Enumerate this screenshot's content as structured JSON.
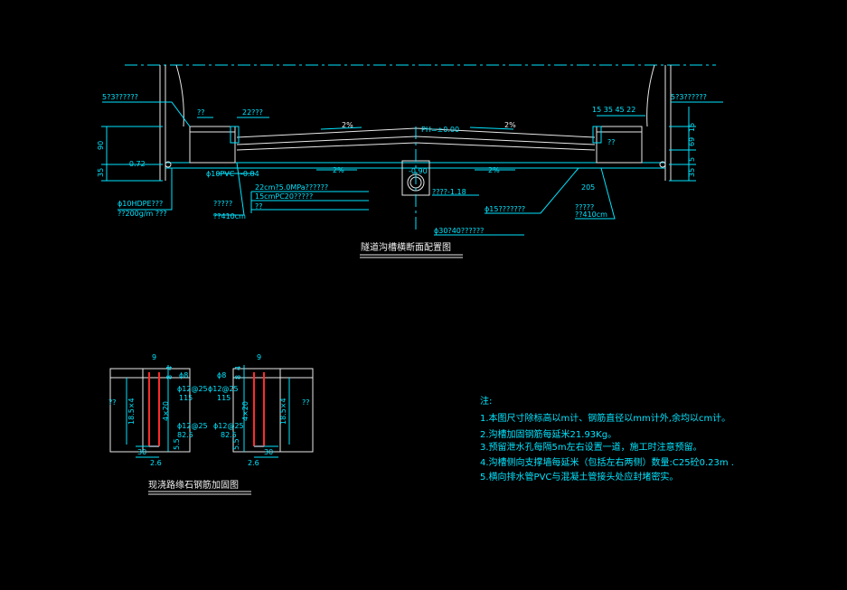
{
  "section_title": "隧道沟槽横断面配置图",
  "curb_title": "现浇路缘石钢筋加固图",
  "labels": {
    "pipe_left_top": "5?3??????",
    "pipe_right_top": "5?3??????",
    "q_left": "??",
    "q_left2": "22???",
    "slope_left": "2%",
    "slope_right": "2%",
    "ph": "PH=±0.00",
    "slope_low_left": "2%",
    "slope_low_right": "2%",
    "dim_90": "90",
    "dim_35": "35",
    "elev_left": "-0.72",
    "pvc": "ϕ10PVC",
    "elev_084": "-0.84",
    "hdpe": "ϕ10HDPE???",
    "hdpe2": "??200g/m ???",
    "q_a": "?????",
    "q_b": "??410cm",
    "layer1": "22cm?5.0MPa??????",
    "layer2": "15cmPC20?????",
    "layer3": "??",
    "elev_090": "-0.90",
    "elev_118": "????-1.18",
    "pipe_30": "ϕ30?40??????",
    "pipe_15": "ϕ15???????",
    "r_dims": "15 35  45  22",
    "r_q": "??",
    "r_q2": "?????",
    "r_q3": "??410cm",
    "r_205": "205",
    "r_15": "15",
    "r_69": "69",
    "r_35": "35",
    "r_5": "5",
    "r_15b": "15"
  },
  "curb": {
    "l_9": "9",
    "l_4": "4",
    "l_8": "8",
    "l_phi8": "ϕ8",
    "l_phi12a": "ϕ12@25",
    "l_115": "115",
    "l_phi12b": "ϕ12@25",
    "l_825": "82.5",
    "l_q": "??",
    "l_185": "18.5×4",
    "l_4x20": "4×20",
    "l_30": "30",
    "l_26": "2.6",
    "l_55": "5.5",
    "r_9": "9",
    "r_4": "4",
    "r_8": "8",
    "r_phi8": "ϕ8",
    "r_phi12a": "ϕ12@25",
    "r_115": "115",
    "r_phi12b": "ϕ12@25",
    "r_825": "82.5",
    "r_q": "??",
    "r_185": "18.5×4",
    "r_4x20": "4×20",
    "r_30": "30",
    "r_26": "2.6",
    "r_55": "5.5"
  },
  "notes": {
    "heading": "注:",
    "items": [
      "1.本图尺寸除标高以m计、钢筋直径以mm计外,余均以cm计。",
      "2.沟槽加固钢筋每延米21.93Kg。",
      "3.预留泄水孔每隔5m左右设置一道，施工时注意预留。",
      "4.沟槽侧向支撑墙每延米（包括左右两侧）数量:C25砼0.23m  .",
      "5.横向排水管PVC与混凝土管接头处应封堵密实。"
    ]
  },
  "colors": {
    "background": "#000000",
    "line": "#00e5ff",
    "text": "#f2f2f2",
    "rebar": "#ff2a2a"
  }
}
